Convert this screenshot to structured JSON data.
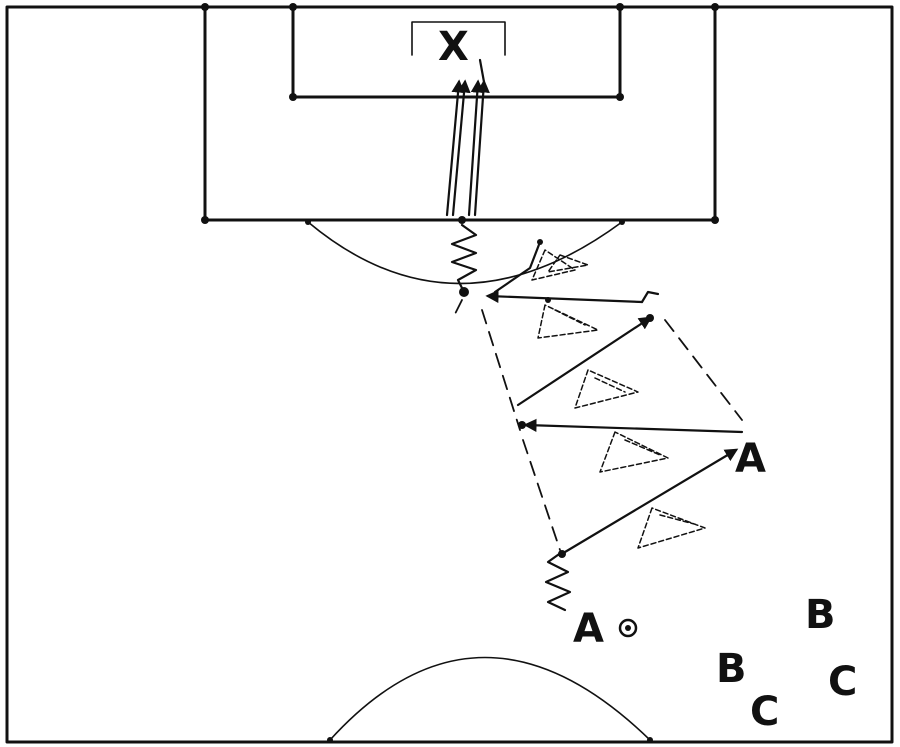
{
  "target": {
    "label": "X"
  },
  "players": [
    {
      "id": "a-start",
      "label": "A"
    },
    {
      "id": "a-wide",
      "label": "A"
    },
    {
      "id": "b-1",
      "label": "B"
    },
    {
      "id": "b-2",
      "label": "B"
    },
    {
      "id": "c-1",
      "label": "C"
    },
    {
      "id": "c-2",
      "label": "C"
    }
  ]
}
